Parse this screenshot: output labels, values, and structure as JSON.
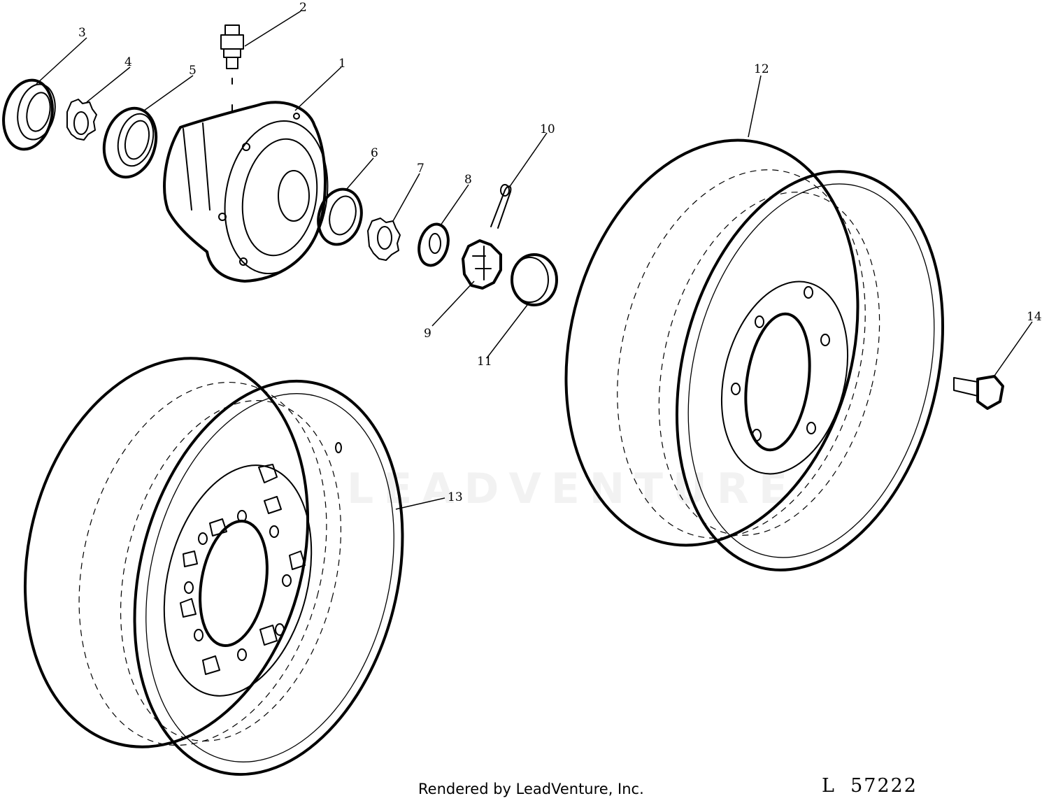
{
  "callouts": {
    "c1": "1",
    "c2": "2",
    "c3": "3",
    "c4": "4",
    "c5": "5",
    "c6": "6",
    "c7": "7",
    "c8": "8",
    "c9": "9",
    "c10": "10",
    "c11": "11",
    "c12": "12",
    "c13": "13",
    "c14": "14"
  },
  "watermark": "LEADVENTURE",
  "footer": {
    "credit": "Rendered by LeadVenture, Inc.",
    "figure_code": "L  57222"
  }
}
